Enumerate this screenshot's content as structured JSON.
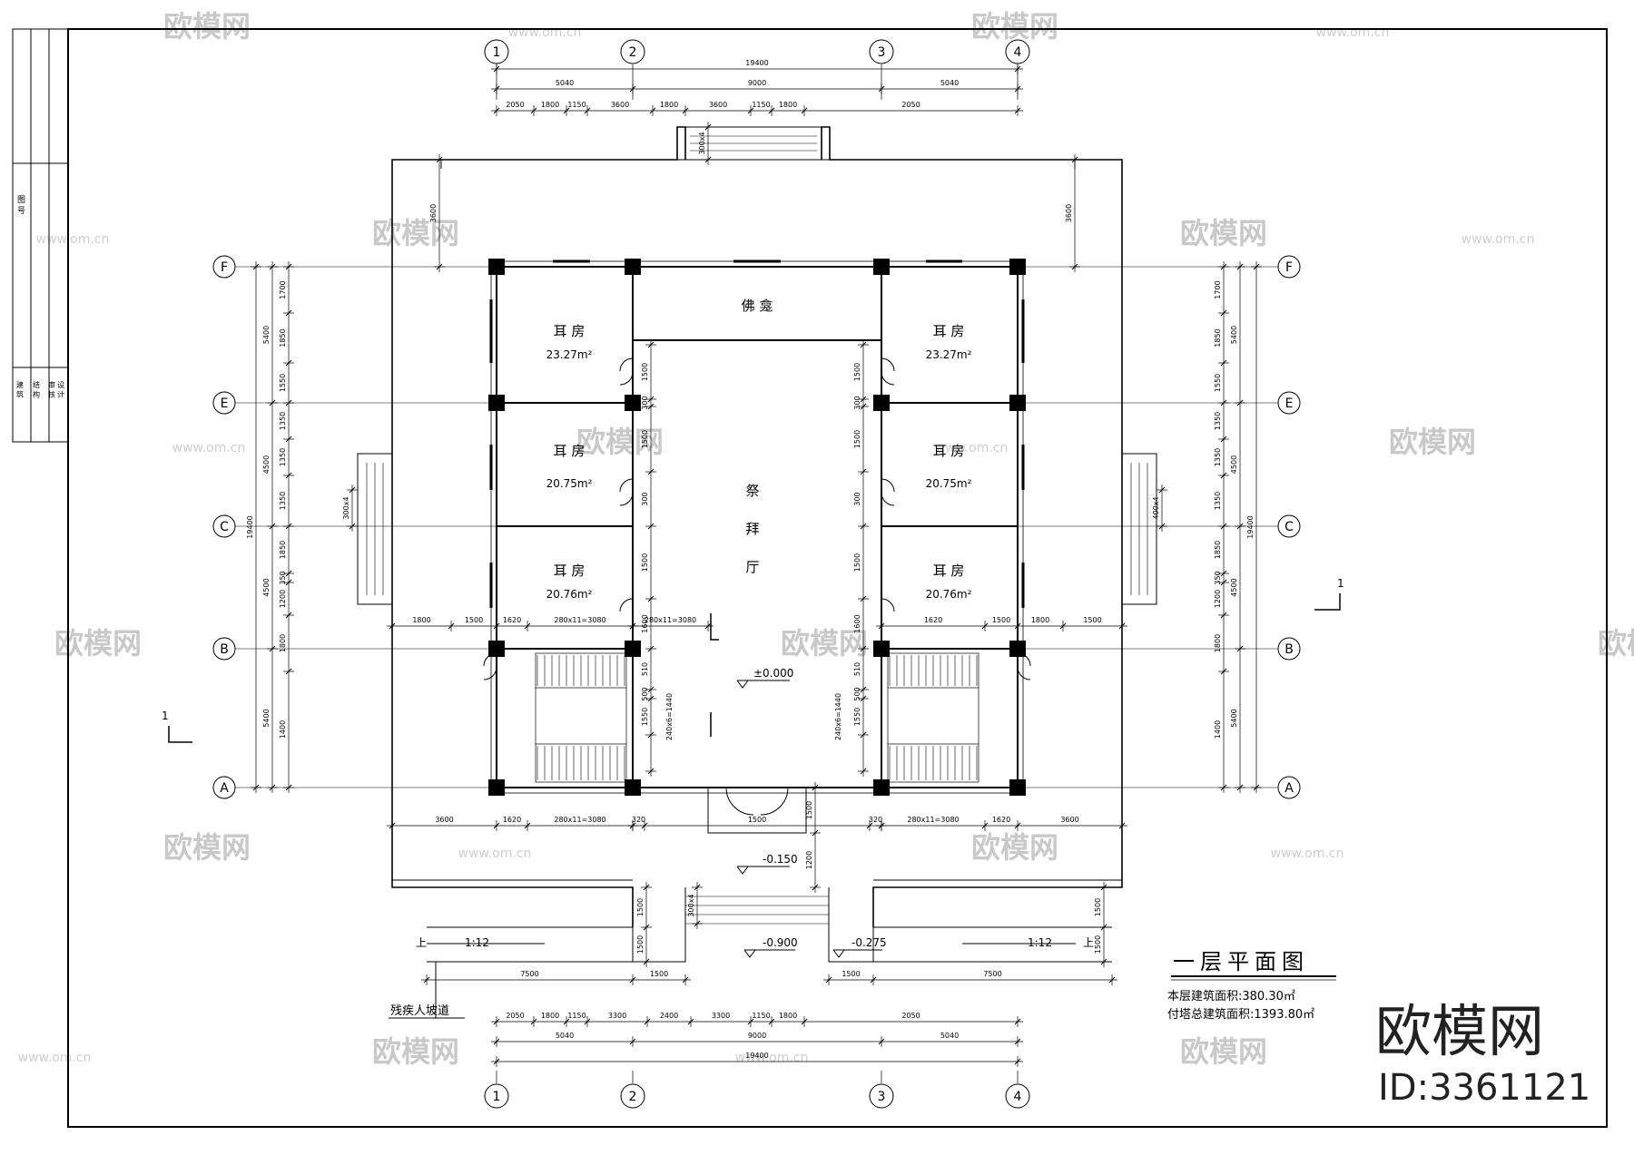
{
  "axes": {
    "columns": [
      "1",
      "2",
      "3",
      "4"
    ],
    "rows": [
      "F",
      "E",
      "C",
      "B",
      "A"
    ]
  },
  "dimensions": {
    "top_total": "19400",
    "top_mid": [
      "5040",
      "9000",
      "5040"
    ],
    "top_fine": [
      "2050",
      "1800",
      "1150",
      "3600",
      "1800",
      "3600",
      "1150",
      "1800",
      "2050"
    ],
    "top_stair": "300x4",
    "bottom_total": "19400",
    "bottom_mid": [
      "5040",
      "9000",
      "5040"
    ],
    "bottom_fine": [
      "2050",
      "1800",
      "1150",
      "3300",
      "2400",
      "3300",
      "1150",
      "1800",
      "2050"
    ],
    "left_total": "19400",
    "left_mid": [
      "5400",
      "4500",
      "4500",
      "5400"
    ],
    "left_fine": [
      "1700",
      "1850",
      "1550",
      "1350",
      "1350",
      "1350",
      "1850",
      "350",
      "1200",
      "1800",
      "1400"
    ],
    "right_total": "19400",
    "right_mid": [
      "5400",
      "4500",
      "4500",
      "5400"
    ],
    "right_fine": [
      "1700",
      "1850",
      "1550",
      "1350",
      "1350",
      "1350",
      "1850",
      "350",
      "1200",
      "1800",
      "1400"
    ],
    "side_stair_left": "300x4",
    "side_stair_right": "400x4",
    "terrace_front": "3600",
    "terrace_back": "3600",
    "row_B": [
      "1800",
      "1500",
      "1620",
      "280x11=3080",
      "1500",
      "280x11=3080",
      "1620",
      "1500",
      "1800"
    ],
    "row_A": [
      "3600",
      "1620",
      "280x11=3080",
      "320",
      "1500",
      "320",
      "280x11=3080",
      "1620",
      "3600"
    ],
    "door_dims": [
      "1500",
      "300",
      "1500",
      "300",
      "1500",
      "1600",
      "510",
      "500",
      "1550"
    ],
    "stair_label": "240x6=1440",
    "entry": [
      "1500",
      "1200"
    ],
    "front_steps": "300x4",
    "ramp_front": [
      "1500",
      "1500"
    ],
    "ramp_bottom": [
      "7500",
      "1500",
      "1500",
      "7500"
    ]
  },
  "rooms": {
    "buddha_hall": "佛 龛",
    "worship_hall": [
      "祭",
      "拜",
      "厅"
    ],
    "ear_room": "耳  房",
    "area_top": "23.27m²",
    "area_mid": "20.75m²",
    "area_low": "20.76m²"
  },
  "levels": {
    "floor": "±0.000",
    "terrace": "-0.150",
    "ground": "-0.900",
    "ramp_end": "-0.275"
  },
  "ramps": {
    "slope": "1:12",
    "up_mark": "上",
    "label": "残疾人坡道"
  },
  "section_mark": "1",
  "title": "一层平面图",
  "stats": {
    "floor_area": "本层建筑面积:380.30㎡",
    "total_area": "付塔总建筑面积:1393.80㎡"
  },
  "title_block": {
    "row1": "图 号",
    "rows": [
      "建 筑",
      "结 构",
      "审 核",
      "设 计"
    ]
  },
  "watermark": {
    "text": "欧模网",
    "url": "www.om.cn"
  },
  "brand": {
    "logo_text": "欧模网",
    "id": "ID:3361121"
  }
}
